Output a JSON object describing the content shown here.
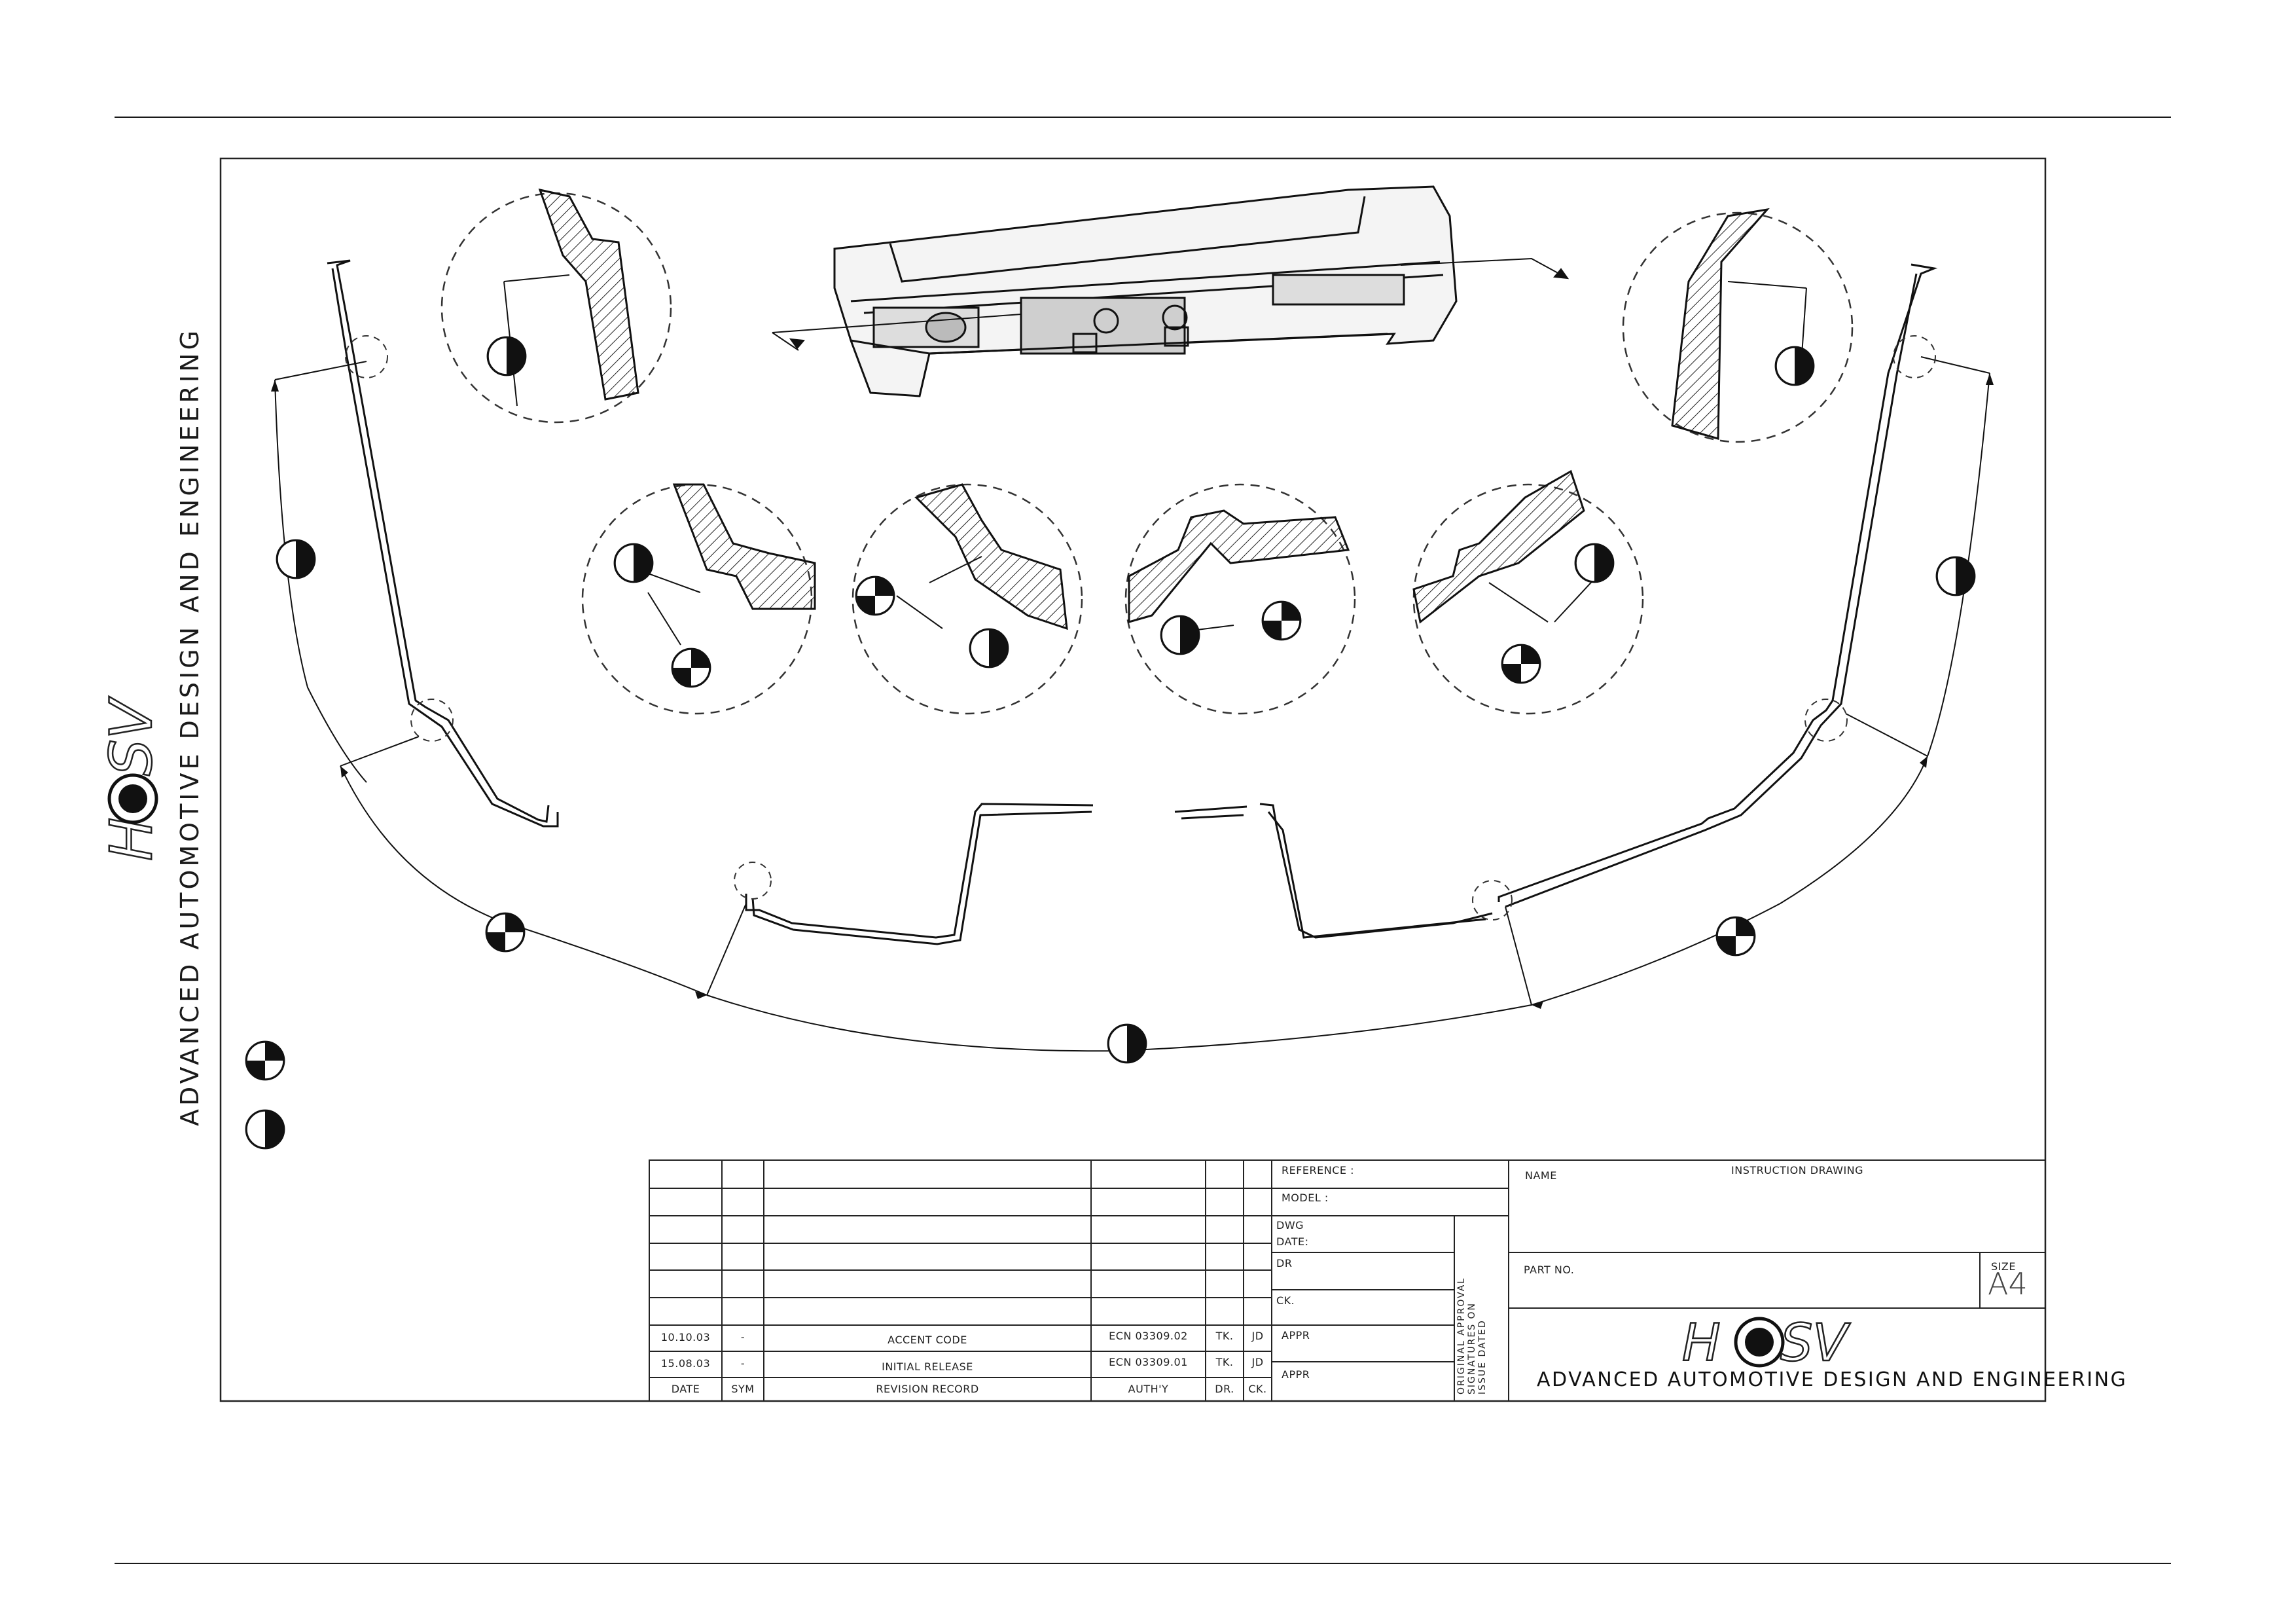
{
  "company": "ADVANCED AUTOMOTIVE DESIGN AND ENGINEERING",
  "logo_text": "HSV",
  "title_block": {
    "reference_label": "REFERENCE :",
    "model_label": "MODEL :",
    "dwg_label": "DWG",
    "date_label": "DATE:",
    "dr_label": "DR",
    "ck_label": "CK.",
    "appr_label_1": "APPR",
    "appr_label_2": "APPR",
    "approval_note": [
      "ORIGINAL APPROVAL",
      "SIGNATURES ON",
      "ISSUE DATED"
    ],
    "name_label": "NAME",
    "name_value": "INSTRUCTION DRAWING",
    "part_no_label": "PART NO.",
    "size_label": "SIZE",
    "size_value": "A4"
  },
  "revisions": [
    {
      "date": "10.10.03",
      "sym": "-",
      "record": "ACCENT CODE",
      "auth": "ECN 03309.02",
      "dr": "TK.",
      "ck": "JD"
    },
    {
      "date": "15.08.03",
      "sym": "-",
      "record": "INITIAL RELEASE",
      "auth": "ECN 03309.01",
      "dr": "TK.",
      "ck": "JD"
    }
  ],
  "revision_headers": {
    "date": "DATE",
    "sym": "SYM",
    "record": "REVISION RECORD",
    "auth": "AUTH'Y",
    "dr": "DR.",
    "ck": "CK."
  }
}
